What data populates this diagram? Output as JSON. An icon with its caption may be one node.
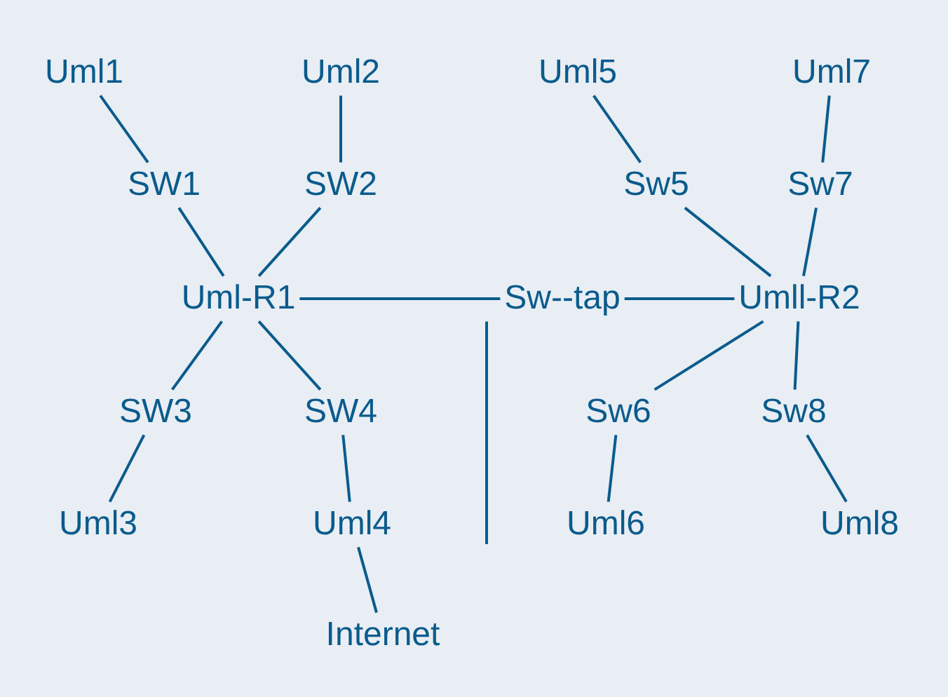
{
  "diagram": {
    "nodes": [
      {
        "text": [
          "Uml1"
        ]
      },
      {
        "text": [
          "Uml2"
        ]
      },
      {
        "text": [
          "Uml5"
        ]
      },
      {
        "text": [
          "Uml7"
        ]
      },
      {
        "text": [
          "SW1"
        ]
      },
      {
        "text": [
          "SW2"
        ]
      },
      {
        "text": [
          "Sw5"
        ]
      },
      {
        "text": [
          "Sw7"
        ]
      },
      {
        "text": [
          "Uml-R1"
        ]
      },
      {
        "text": [
          "Sw--tap"
        ]
      },
      {
        "text": [
          "Umll-R2"
        ]
      },
      {
        "text": [
          "SW3"
        ]
      },
      {
        "text": [
          "SW4"
        ]
      },
      {
        "text": [
          "Sw6"
        ]
      },
      {
        "text": [
          "Sw8"
        ]
      },
      {
        "text": [
          "Uml3"
        ]
      },
      {
        "text": [
          "Uml4"
        ]
      },
      {
        "text": [
          "Uml6"
        ]
      },
      {
        "text": [
          "Uml8"
        ]
      },
      {
        "text": [
          "Internet"
        ]
      }
    ],
    "edges": [
      {
        "from": 0,
        "to": 4,
        "arrow": "none"
      },
      {
        "from": 1,
        "to": 5,
        "arrow": "none"
      },
      {
        "from": 2,
        "to": 6,
        "arrow": "none"
      },
      {
        "from": 3,
        "to": 7,
        "arrow": "none"
      },
      {
        "from": 4,
        "to": 8,
        "arrow": "none"
      },
      {
        "from": 5,
        "to": 8,
        "arrow": "none"
      },
      {
        "from": 6,
        "to": 10,
        "arrow": "none"
      },
      {
        "from": 7,
        "to": 10,
        "arrow": "none"
      },
      {
        "from": 8,
        "to": 9,
        "arrow": "none"
      },
      {
        "from": 9,
        "to": 10,
        "arrow": "none"
      },
      {
        "from": 8,
        "to": 11,
        "arrow": "none"
      },
      {
        "from": 8,
        "to": 12,
        "arrow": "none"
      },
      {
        "from": 10,
        "to": 13,
        "arrow": "none"
      },
      {
        "from": 10,
        "to": 14,
        "arrow": "none"
      },
      {
        "from": 11,
        "to": 15,
        "arrow": "none"
      },
      {
        "from": 12,
        "to": 16,
        "arrow": "none"
      },
      {
        "from": 13,
        "to": 17,
        "arrow": "none"
      },
      {
        "from": 14,
        "to": 18,
        "arrow": "none"
      },
      {
        "from": 16,
        "to": 19,
        "arrow": "none"
      },
      {
        "from": 9,
        "to": null,
        "arrow": "none"
      }
    ]
  }
}
